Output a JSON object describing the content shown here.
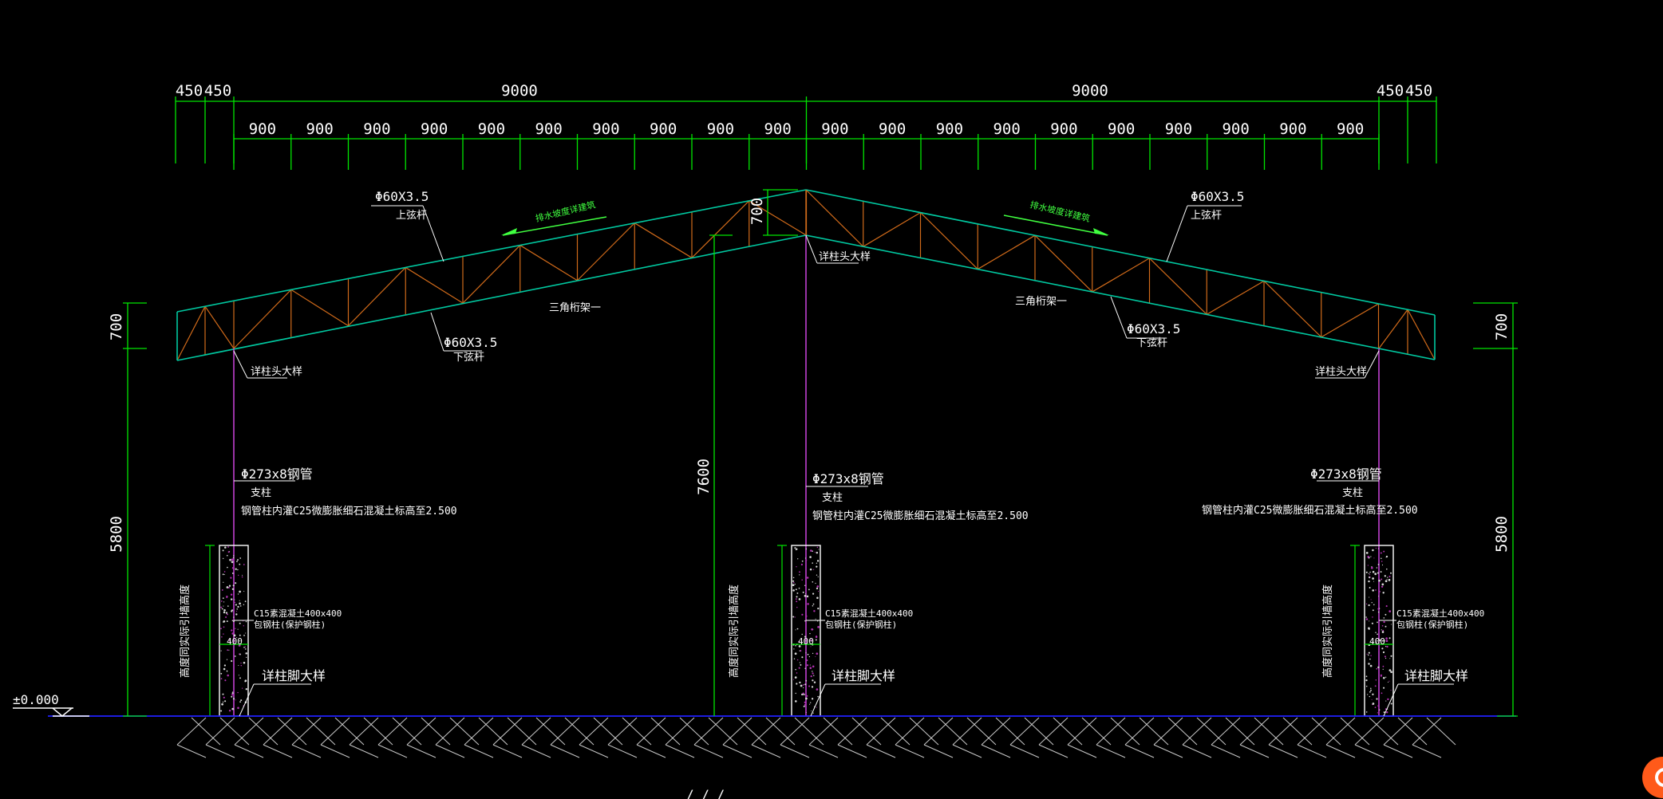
{
  "colors": {
    "background": "#000000",
    "dimension": "#00e600",
    "truss_chord": "#00c8a0",
    "truss_web": "#d06a1a",
    "column": "#c040d0",
    "leader": "#ffffff",
    "label": "#ffffff",
    "ground": "#2020ff",
    "hatch": "#c8c8c8",
    "arrow_note": "#40ff40",
    "dot_fill": "#b030b0",
    "corner_badge": "#ff5a1a"
  },
  "top_dimensions": {
    "overall": [
      "450",
      "450",
      "9000",
      "9000",
      "450",
      "450"
    ],
    "bay_spacing": "900",
    "bay_count": 20
  },
  "labels": {
    "upper_chord_spec_left": "Φ60X3.5",
    "upper_chord_name_left": "上弦杆",
    "upper_chord_spec_right": "Φ60X3.5",
    "upper_chord_name_right": "上弦杆",
    "lower_chord_spec_left": "Φ60X3.5",
    "lower_chord_name_left": "下弦杆",
    "lower_chord_spec_right": "Φ60X3.5",
    "lower_chord_name_right": "下弦杆",
    "truss_name_left": "三角桁架一",
    "truss_name_right": "三角桁架一",
    "column_head_detail": "详柱头大样",
    "column_foot_detail": "详柱脚大样",
    "column_spec": "Φ273x8钢管",
    "column_name": "支柱",
    "column_fill_note": "钢管柱内灌C25微膨胀细石混凝土标高至2.500",
    "pier_spec": "C15素混凝土400x400",
    "pier_note": "包钢柱(保护钢柱)",
    "pier_width": "400",
    "pier_height_note": "高度同实际引墙高度",
    "slope_note": "排水坡度详建筑",
    "elevation_zero": "±0.000"
  },
  "vertical_dimensions": {
    "side_truss_depth": "700",
    "side_height": "5800",
    "center_truss_depth": "700",
    "center_height": "7600"
  },
  "bottom_fragment": "/   /   /"
}
